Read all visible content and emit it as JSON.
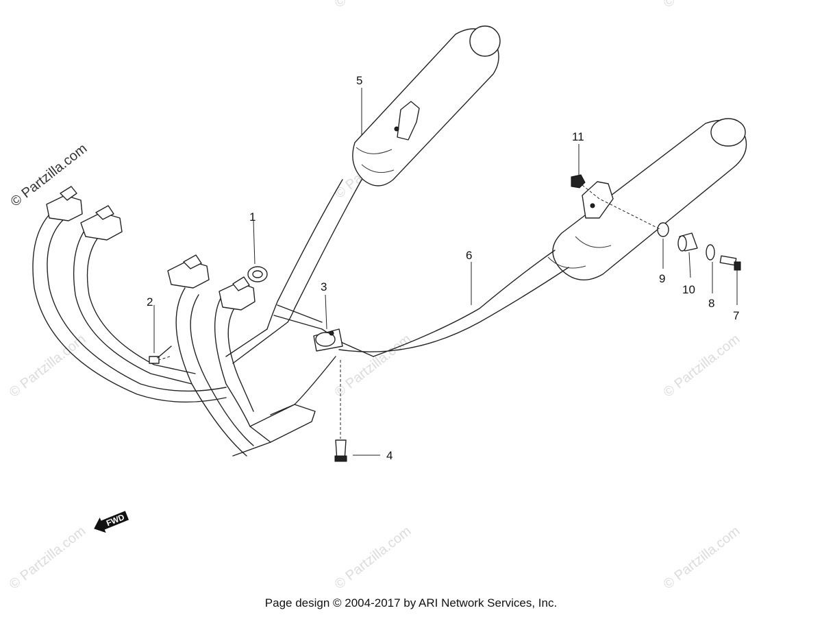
{
  "diagram": {
    "watermark_brand": "© Partzilla.com",
    "watermark_repeat": "© Partzilla.com",
    "forward_arrow_label": "FWD",
    "callouts": [
      "1",
      "2",
      "3",
      "4",
      "5",
      "6",
      "7",
      "8",
      "9",
      "10",
      "11"
    ]
  },
  "footer": {
    "copyright": "Page design © 2004-2017 by ARI Network Services, Inc."
  }
}
